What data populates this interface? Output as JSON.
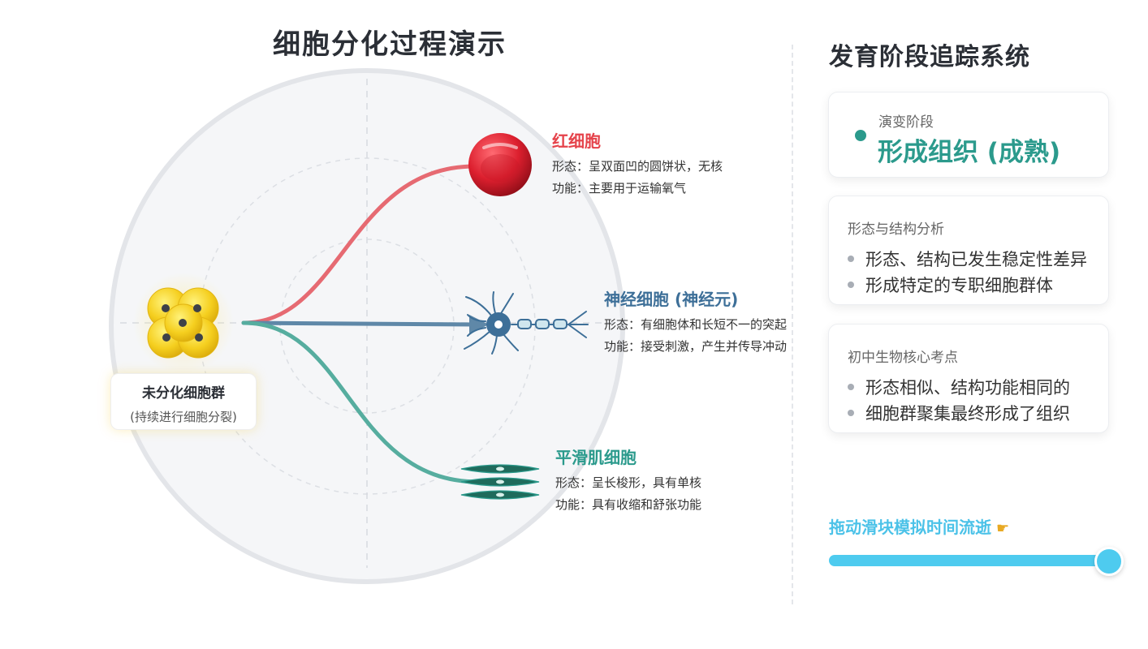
{
  "main_title": "细胞分化过程演示",
  "cluster": {
    "name": "未分化细胞群",
    "sub": "(持续进行细胞分裂)"
  },
  "cells": {
    "red": {
      "name": "红细胞",
      "shape": "形态：呈双面凹的圆饼状，无核",
      "function": "功能：主要用于运输氧气",
      "color": "#e5434b"
    },
    "nerve": {
      "name": "神经细胞 (神经元)",
      "shape": "形态：有细胞体和长短不一的突起",
      "function": "功能：接受刺激，产生并传导冲动",
      "color": "#3d6f98"
    },
    "muscle": {
      "name": "平滑肌细胞",
      "shape": "形态：呈长梭形，具有单核",
      "function": "功能：具有收缩和舒张功能",
      "color": "#2b9a8c"
    }
  },
  "side_panel": {
    "title": "发育阶段追踪系统",
    "stage": {
      "caption": "演变阶段",
      "value": "形成组织 (成熟)",
      "color": "#2b9a8c"
    },
    "analysis": {
      "heading": "形态与结构分析",
      "items": [
        "形态、结构已发生稳定性差异",
        "形成特定的专职细胞群体"
      ]
    },
    "key_points": {
      "heading": "初中生物核心考点",
      "items": [
        "形态相似、结构功能相同的",
        "细胞群聚集最终形成了组织"
      ]
    },
    "slider": {
      "label": "拖动滑块模拟时间流逝",
      "icon": "pointing-hand-icon",
      "progress": 1.0,
      "color": "#4ecbef"
    }
  }
}
